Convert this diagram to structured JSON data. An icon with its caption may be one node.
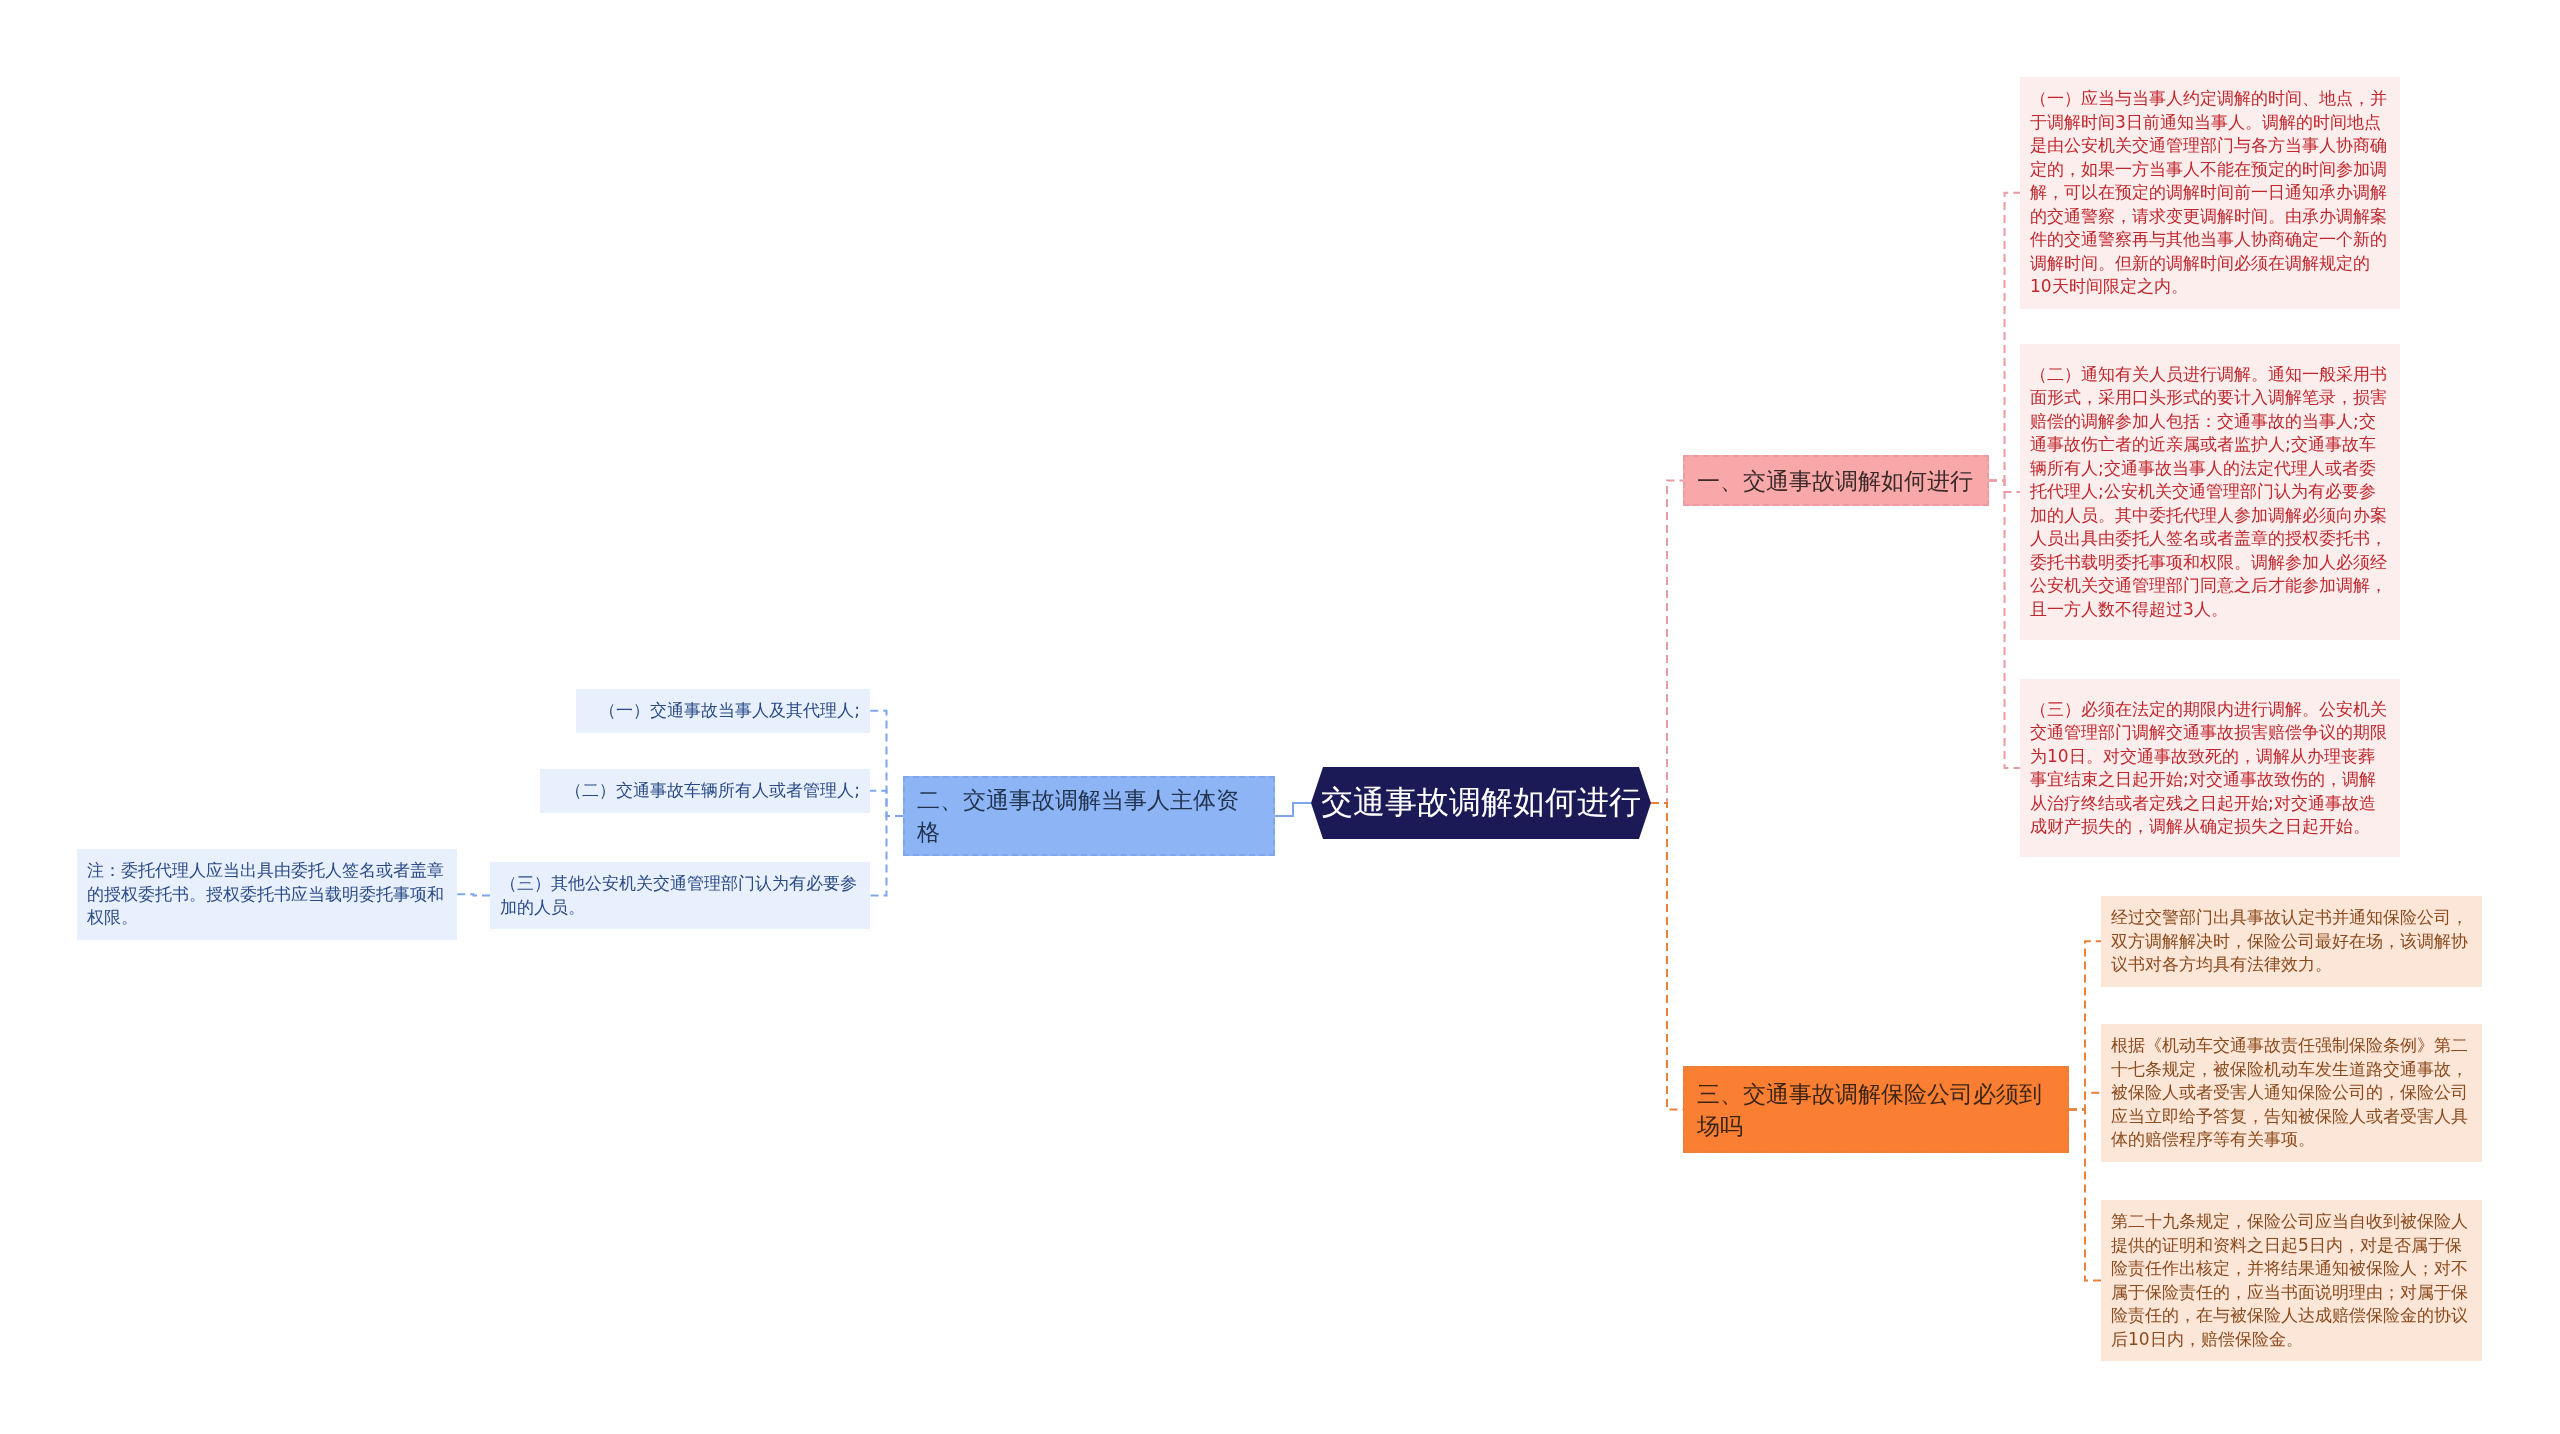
{
  "diagram": {
    "nodes": [
      {
        "text": [
          "交通事故调解如何进行"
        ]
      },
      {
        "text": [
          "一、交通事故调解如何进行"
        ]
      },
      {
        "text": [
          "（一）应当与当事人约定调解的时间、地点，并于调解时间3日前通知当事人。调解的时间地点是由公安机关交通管理部门与各方当事人协商确定的，如果一方当事人不能在预定的时间参加调解，可以在预定的调解时间前一日通知承办调解的交通警察，请求变更调解时间。由承办调解案件的交通警察再与其他当事人协商确定一个新的调解时间。但新的调解时间必须在调解规定的10天时间限定之内。"
        ]
      },
      {
        "text": [
          "（二）通知有关人员进行调解。通知一般采用书面形式，采用口头形式的要计入调解笔录，损害赔偿的调解参加人包括：交通事故的当事人;交通事故伤亡者的近亲属或者监护人;交通事故车辆所有人;交通事故当事人的法定代理人或者委托代理人;公安机关交通管理部门认为有必要参加的人员。其中委托代理人参加调解必须向办案人员出具由委托人签名或者盖章的授权委托书，委托书载明委托事项和权限。调解参加人必须经公安机关交通管理部门同意之后才能参加调解，且一方人数不得超过3人。"
        ]
      },
      {
        "text": [
          "（三）必须在法定的期限内进行调解。公安机关交通管理部门调解交通事故损害赔偿争议的期限为10日。对交通事故致死的，调解从办理丧葬事宜结束之日起开始;对交通事故致伤的，调解从治疗终结或者定残之日起开始;对交通事故造成财产损失的，调解从确定损失之日起开始。"
        ]
      },
      {
        "text": [
          "二、交通事故调解当事人主体资格"
        ]
      },
      {
        "text": [
          "（一）交通事故当事人及其代理人;"
        ]
      },
      {
        "text": [
          "（二）交通事故车辆所有人或者管理人;"
        ]
      },
      {
        "text": [
          "（三）其他公安机关交通管理部门认为有必要参加的人员。"
        ]
      },
      {
        "text": [
          "注：委托代理人应当出具由委托人签名或者盖章的授权委托书。授权委托书应当载明委托事项和权限。"
        ]
      },
      {
        "text": [
          "三、交通事故调解保险公司必须到场吗"
        ]
      },
      {
        "text": [
          "经过交警部门出具事故认定书并通知保险公司，双方调解解决时，保险公司最好在场，该调解协议书对各方均具有法律效力。"
        ]
      },
      {
        "text": [
          "根据《机动车交通事故责任强制保险条例》第二十七条规定，被保险机动车发生道路交通事故，被保险人或者受害人通知保险公司的，保险公司应当立即给予答复，告知被保险人或者受害人具体的赔偿程序等有关事项。"
        ]
      },
      {
        "text": [
          "第二十九条规定，保险公司应当自收到被保险人提供的证明和资料之日起5日内，对是否属于保险责任作出核定，并将结果通知被保险人；对不属于保险责任的，应当书面说明理由；对属于保险责任的，在与被保险人达成赔偿保险金的协议后10日内，赔偿保险金。"
        ]
      }
    ],
    "edges": [
      {
        "from": 0,
        "to": 1,
        "arrow": "none",
        "style": "dashed",
        "color": "#e99ca2"
      },
      {
        "from": 1,
        "to": 2,
        "arrow": "none",
        "style": "dashed",
        "color": "#e99ca2"
      },
      {
        "from": 1,
        "to": 3,
        "arrow": "none",
        "style": "dashed",
        "color": "#e99ca2"
      },
      {
        "from": 1,
        "to": 4,
        "arrow": "none",
        "style": "dashed",
        "color": "#e99ca2"
      },
      {
        "from": 0,
        "to": 5,
        "arrow": "none",
        "color": "#7fa6ec"
      },
      {
        "from": 5,
        "to": 6,
        "arrow": "none",
        "style": "dashed",
        "color": "#7fa6ec"
      },
      {
        "from": 5,
        "to": 7,
        "arrow": "none",
        "style": "dashed",
        "color": "#7fa6ec"
      },
      {
        "from": 5,
        "to": 8,
        "arrow": "none",
        "style": "dashed",
        "color": "#7fa6ec"
      },
      {
        "from": 8,
        "to": 9,
        "arrow": "none",
        "style": "dashed",
        "color": "#7fa6ec"
      },
      {
        "from": 0,
        "to": 10,
        "arrow": "none",
        "style": "dashed",
        "color": "#e8803a"
      },
      {
        "from": 10,
        "to": 11,
        "arrow": "none",
        "style": "dashed",
        "color": "#e8803a"
      },
      {
        "from": 10,
        "to": 12,
        "arrow": "none",
        "style": "dashed",
        "color": "#e8803a"
      },
      {
        "from": 10,
        "to": 13,
        "arrow": "none",
        "style": "dashed",
        "color": "#e8803a"
      }
    ]
  }
}
